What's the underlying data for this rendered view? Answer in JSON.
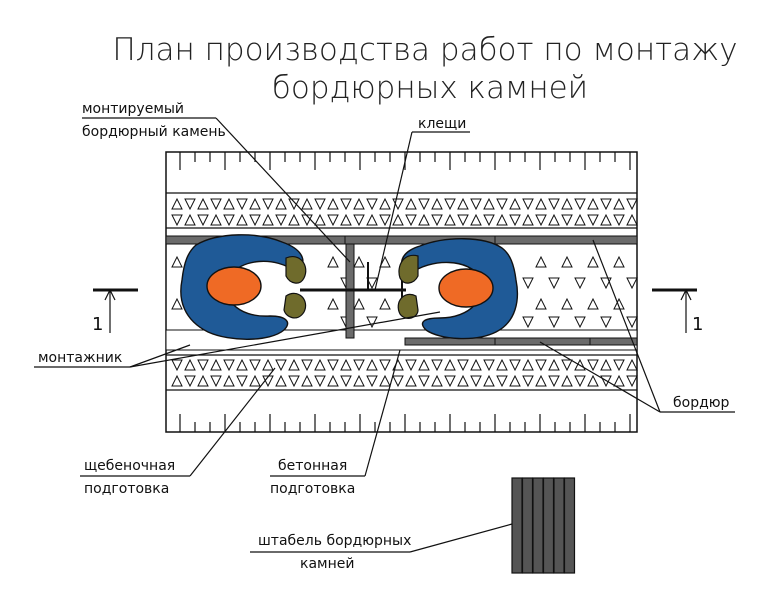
{
  "title": {
    "line1": "План производства работ по монтажу",
    "line2": "бордюрных камней"
  },
  "labels": {
    "mounted_stone_line1": "монтируемый",
    "mounted_stone_line2": "бордюрный камень",
    "tongs": "клещи",
    "installer": "монтажник",
    "curb": "бордюр",
    "gravel_line1": "щебеночная",
    "gravel_line2": "подготовка",
    "concrete_line1": "бетонная",
    "concrete_line2": "подготовка",
    "stack_line1": "штабель бордюрных",
    "stack_line2": "камней"
  },
  "section_marks": {
    "left": "1",
    "right": "1"
  },
  "colors": {
    "worker_body": "#1f5a97",
    "worker_head": "#ef6a25",
    "worker_hands": "#6f6b2c",
    "curb": "#6b6b6b",
    "stack": "#555555",
    "line": "#111111"
  }
}
